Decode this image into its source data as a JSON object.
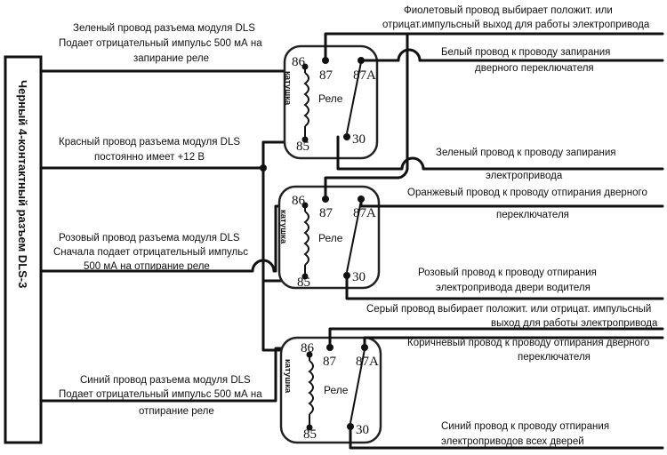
{
  "connector": {
    "text": "Черный 4-контактный разъем DLS-3"
  },
  "left_labels": {
    "green_module": [
      "Зеленый провод разъема модуля DLS",
      "Подает отрицательный импульс 500 мА на",
      "запирание реле"
    ],
    "red_module": [
      "Красный провод разъема модуля DLS",
      "постоянно имеет +12 В"
    ],
    "pink_module": [
      "Розовый провод разъема модуля DLS",
      "Сначала подает отрицательный импульс",
      "500 мА на отпирание реле"
    ],
    "blue_module": [
      "Синий провод разъема модуля DLS",
      "Подает отрицательный импульс 500 мА на",
      "отпирание реле"
    ]
  },
  "right_labels": {
    "violet": [
      "Фиолетовый провод выбирает положит. или",
      "отрицат.импульсный выход для работы электропривода"
    ],
    "white": [
      "Белый провод к проводу запирания",
      "дверного переключателя"
    ],
    "green_lock": [
      "Зеленый провод к проводу запирания",
      "электропривода"
    ],
    "orange": [
      "Оранжевый провод к проводу отпирания дверного",
      "переключателя"
    ],
    "pink_driver": [
      "Розовый провод к проводу отпирания",
      "электропривода двери водителя"
    ],
    "gray": [
      "Серый провод выбирает положит. или отрицат. импульсный",
      "выход для работы электропривода"
    ],
    "brown": [
      "Коричневый провод к проводу отпирания дверного",
      "переключателя"
    ],
    "blue_all": [
      "Синий провод к проводу отпирания",
      "электроприводов всех дверей"
    ]
  },
  "relay": {
    "label": "Реле",
    "coil_label": "катушка",
    "pins": {
      "p86": "86",
      "p85": "85",
      "p87": "87",
      "p87a": "87A",
      "p30": "30"
    }
  }
}
